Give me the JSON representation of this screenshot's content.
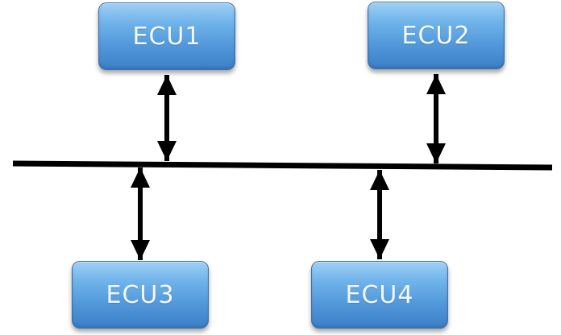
{
  "diagram": {
    "nodes": {
      "ecu1": {
        "label": "ECU1"
      },
      "ecu2": {
        "label": "ECU2"
      },
      "ecu3": {
        "label": "ECU3"
      },
      "ecu4": {
        "label": "ECU4"
      }
    },
    "colors": {
      "node_fill_top": "#9fd0f5",
      "node_fill_bottom": "#3c7fc6",
      "node_text": "#f4f8fd",
      "bus_line": "#000000",
      "connector": "#000000"
    },
    "connections": [
      {
        "from": "ecu1",
        "to": "bus",
        "type": "bidirectional-arrow"
      },
      {
        "from": "ecu2",
        "to": "bus",
        "type": "bidirectional-arrow"
      },
      {
        "from": "ecu3",
        "to": "bus",
        "type": "bidirectional-arrow"
      },
      {
        "from": "ecu4",
        "to": "bus",
        "type": "bidirectional-arrow"
      }
    ]
  }
}
